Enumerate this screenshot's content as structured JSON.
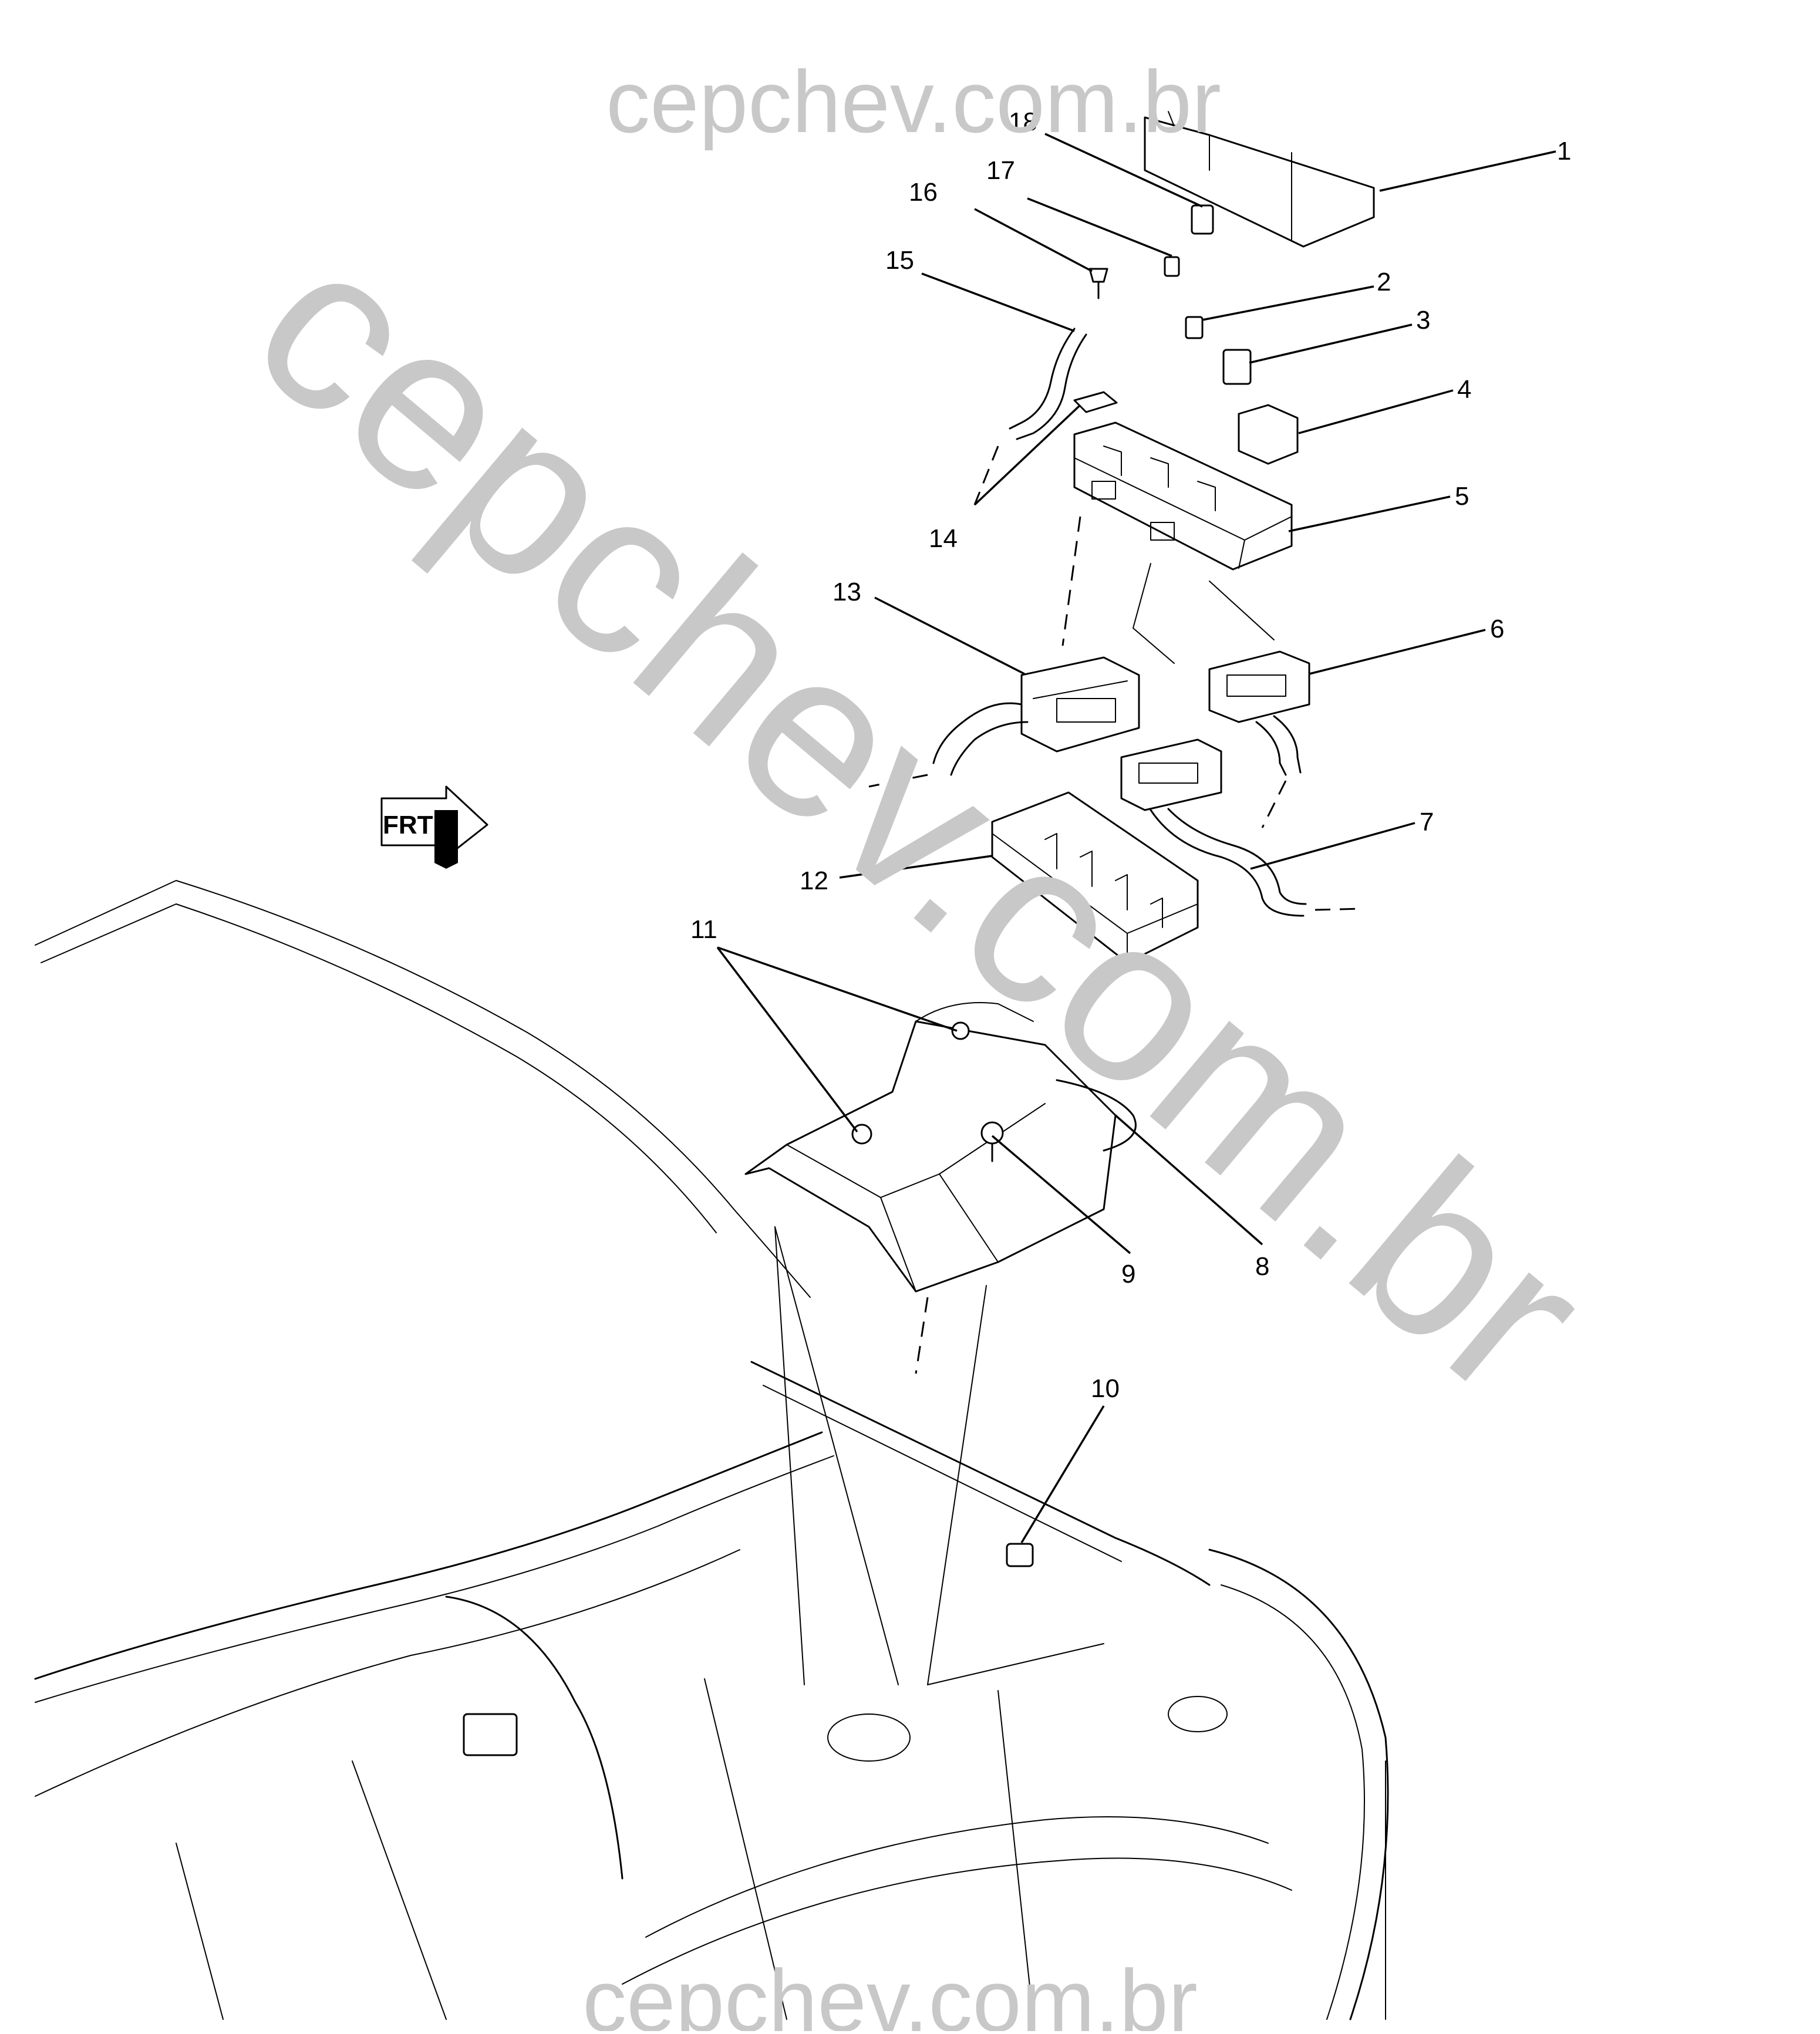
{
  "watermarks": {
    "top": "cepchev.com.br",
    "diagonal": "cepchev.com.br",
    "bottom": "cepchev.com.br"
  },
  "direction_indicator": {
    "label": "FRT"
  },
  "callouts": [
    {
      "id": "1",
      "label": "1"
    },
    {
      "id": "2",
      "label": "2"
    },
    {
      "id": "3",
      "label": "3"
    },
    {
      "id": "4",
      "label": "4"
    },
    {
      "id": "5",
      "label": "5"
    },
    {
      "id": "6",
      "label": "6"
    },
    {
      "id": "7",
      "label": "7"
    },
    {
      "id": "8",
      "label": "8"
    },
    {
      "id": "9",
      "label": "9"
    },
    {
      "id": "10",
      "label": "10"
    },
    {
      "id": "11",
      "label": "11"
    },
    {
      "id": "12",
      "label": "12"
    },
    {
      "id": "13",
      "label": "13"
    },
    {
      "id": "14",
      "label": "14"
    },
    {
      "id": "15",
      "label": "15"
    },
    {
      "id": "16",
      "label": "16"
    },
    {
      "id": "17",
      "label": "17"
    },
    {
      "id": "18",
      "label": "18"
    }
  ]
}
